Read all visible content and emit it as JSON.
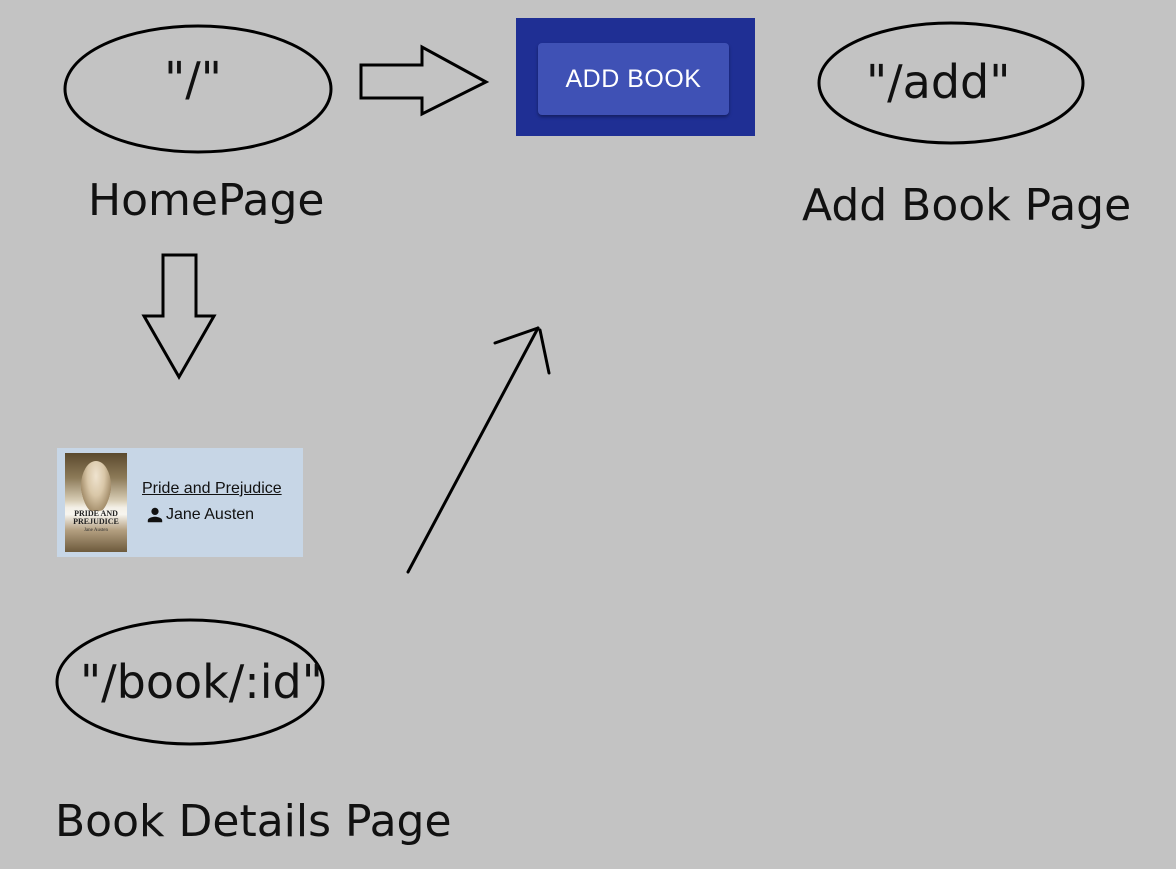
{
  "routes": {
    "home": "\"/\"",
    "add": "\"/add\"",
    "book": "\"/book/:id\""
  },
  "pages": {
    "home": "HomePage",
    "add": "Add Book Page",
    "book": "Book Details Page"
  },
  "add_button": {
    "label": "ADD BOOK"
  },
  "book_card": {
    "title": "Pride and Prejudice",
    "author": "Jane Austen",
    "cover_title": "PRIDE AND PREJUDICE",
    "cover_author": "Jane Austen",
    "author_icon": "person-icon"
  },
  "colors": {
    "background": "#c3c3c3",
    "button_frame": "#1f2f94",
    "button": "#3f51b5",
    "card": "#c7d6e6"
  }
}
